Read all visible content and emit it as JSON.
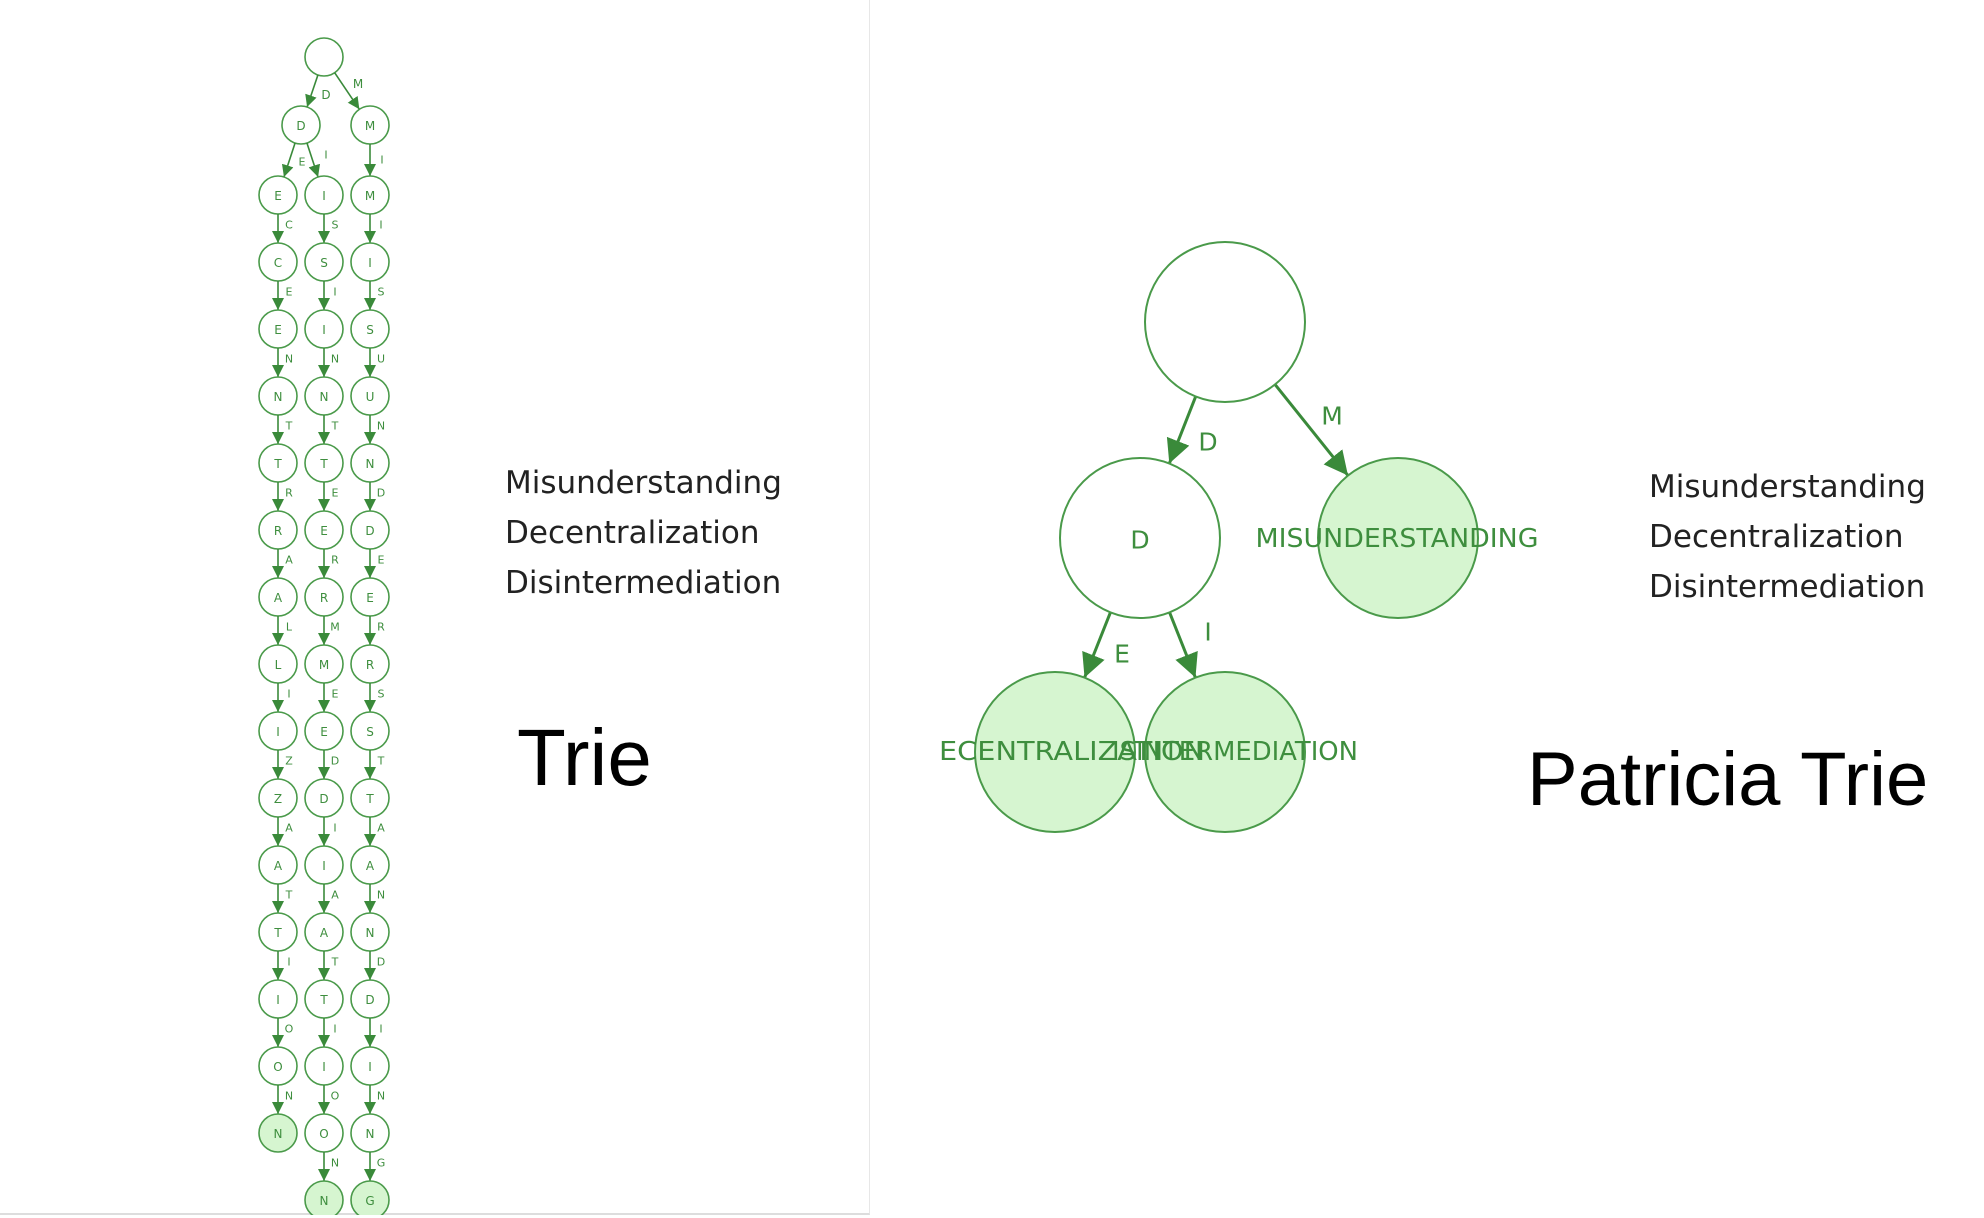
{
  "colors": {
    "edge": "#3a8a3a",
    "node_stroke": "#4a9a4a",
    "label": "#3e8e3e",
    "terminal_fill": "#d6f5d0",
    "node_fill": "#ffffff"
  },
  "word_list": [
    "Misunderstanding",
    "Decentralization",
    "Disintermediation"
  ],
  "trie": {
    "title": "Trie",
    "root_label": "",
    "branches": [
      {
        "prefix": [
          "D",
          "E"
        ],
        "chars": [
          "E",
          "C",
          "E",
          "N",
          "T",
          "R",
          "A",
          "L",
          "I",
          "Z",
          "A",
          "T",
          "I",
          "O",
          "N"
        ]
      },
      {
        "prefix": [
          "I"
        ],
        "chars": [
          "I",
          "S",
          "I",
          "N",
          "T",
          "E",
          "R",
          "M",
          "E",
          "D",
          "I",
          "A",
          "T",
          "I",
          "O",
          "N"
        ]
      },
      {
        "prefix": [
          "M",
          "I"
        ],
        "chars": [
          "M",
          "I",
          "S",
          "U",
          "N",
          "D",
          "E",
          "R",
          "S",
          "T",
          "A",
          "N",
          "D",
          "I",
          "N",
          "G"
        ]
      }
    ]
  },
  "patricia": {
    "title": "Patricia Trie",
    "root_label": "",
    "nodes": {
      "d": "D",
      "m": "MISUNDERSTANDING",
      "e": "ECENTRALIZATION",
      "i": "ISINTERMEDIATION"
    },
    "edges": {
      "root_d": "D",
      "root_m": "M",
      "d_e": "E",
      "d_i": "I"
    }
  }
}
